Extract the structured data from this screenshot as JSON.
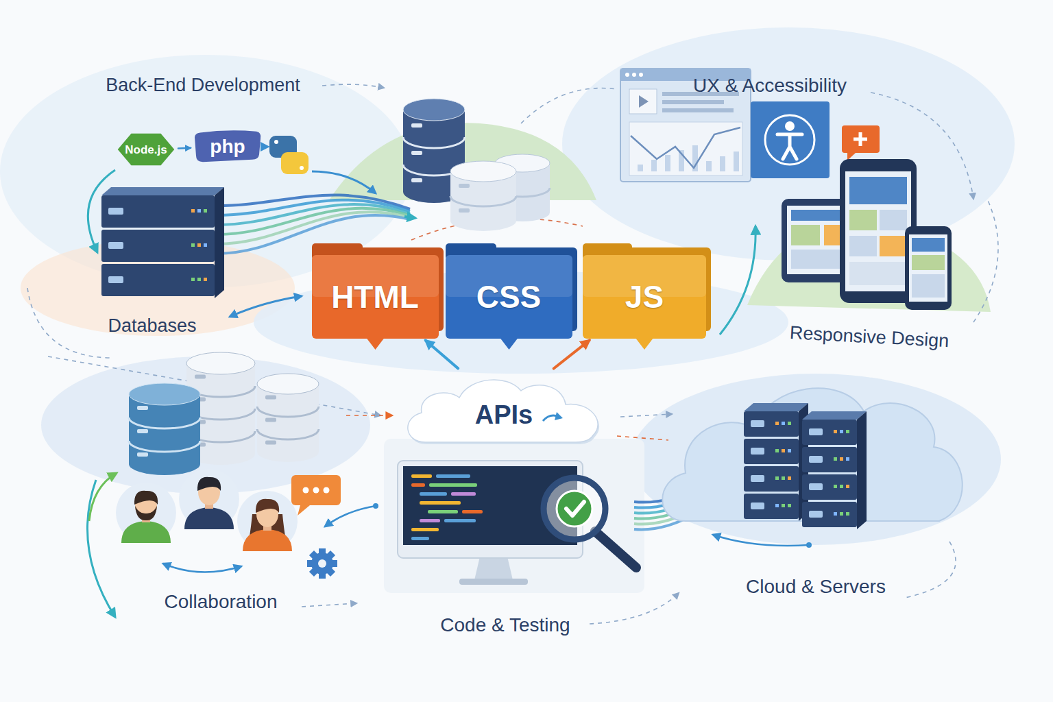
{
  "diagram": {
    "nodes": [
      {
        "text": [
          "Node.js"
        ]
      },
      {
        "text": [
          "php"
        ]
      },
      {
        "text": [
          "HTML"
        ]
      },
      {
        "text": [
          "CSS"
        ]
      },
      {
        "text": [
          "JS"
        ]
      },
      {
        "text": [
          "APIs"
        ]
      }
    ],
    "edges": [
      {
        "from": 0,
        "to": 1,
        "arrow": "to"
      },
      {
        "from": 5,
        "to": 2,
        "arrow": "to"
      },
      {
        "from": 5,
        "to": 4,
        "arrow": "to"
      }
    ],
    "labels": [
      "Back-End Development",
      "UX & Accessibility",
      "Databases",
      "Responsive Design",
      "Collaboration",
      "Code & Testing",
      "Cloud & Servers"
    ]
  }
}
